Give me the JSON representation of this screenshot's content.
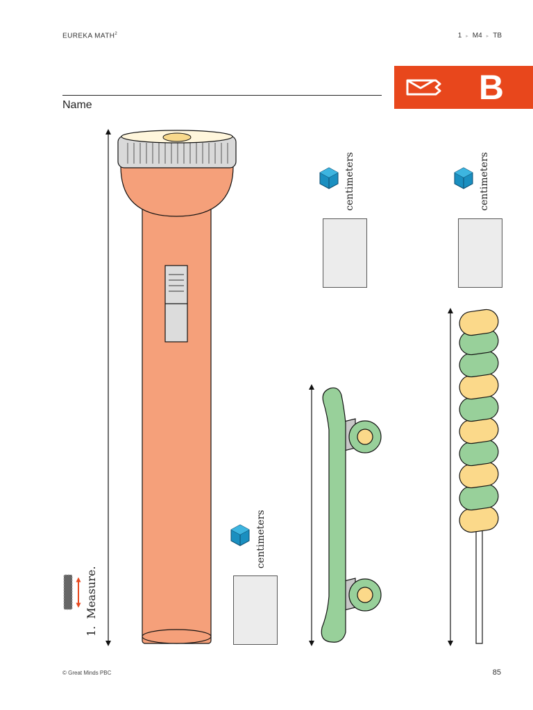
{
  "header": {
    "brand": "EUREKA MATH",
    "brand_sup": "2",
    "grade": "1",
    "module": "M4",
    "book": "TB"
  },
  "tab": {
    "letter": "B",
    "icon": "envelope-ticket-icon",
    "color": "#e8471c"
  },
  "name_label": "Name",
  "question": {
    "number": "1.",
    "text": "Measure."
  },
  "items": [
    {
      "object": "flashlight",
      "unit_label": "centimeters",
      "answer": ""
    },
    {
      "object": "skateboard",
      "unit_label": "centimeters",
      "answer": ""
    },
    {
      "object": "lollipop",
      "unit_label": "centimeters",
      "answer": ""
    }
  ],
  "footer": {
    "copyright": "© Great Minds PBC",
    "page": "85"
  }
}
